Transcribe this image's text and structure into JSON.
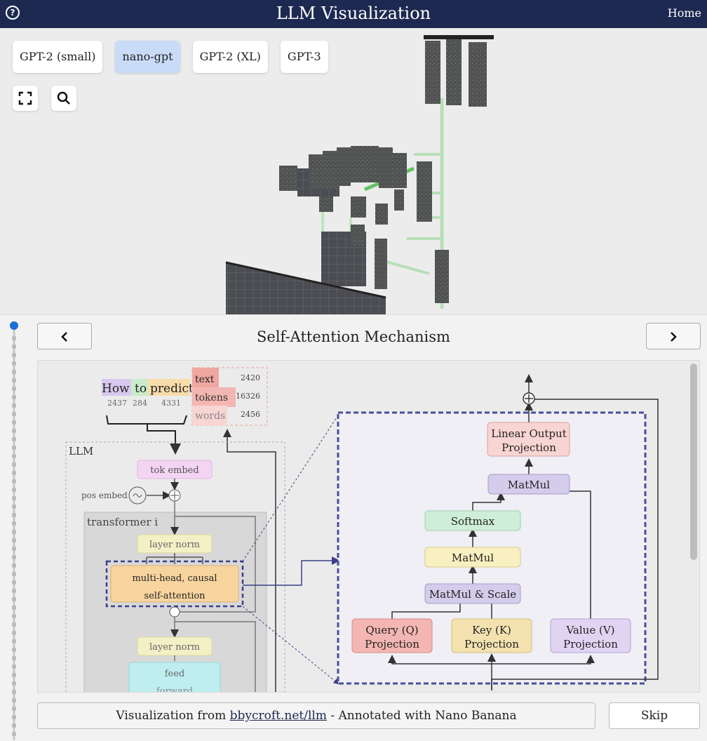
{
  "header": {
    "title": "LLM Visualization",
    "home_label": "Home",
    "help_glyph": "?"
  },
  "models": [
    {
      "label": "GPT-2 (small)",
      "active": false
    },
    {
      "label": "nano-gpt",
      "active": true
    },
    {
      "label": "GPT-2 (XL)",
      "active": false
    },
    {
      "label": "GPT-3",
      "active": false
    }
  ],
  "toolbar": {
    "fullscreen_icon": "fullscreen-icon",
    "search_icon": "search-icon"
  },
  "panel": {
    "title": "Self-Attention Mechanism",
    "prev_icon": "chevron-left-icon",
    "next_icon": "chevron-right-icon",
    "credit_prefix": "Visualization from ",
    "credit_link": "bbycroft.net/llm",
    "credit_suffix": " - Annotated with Nano Banana",
    "skip_label": "Skip"
  },
  "diagram": {
    "input_words": [
      {
        "text": "How",
        "id": "2437",
        "color": "#d8c8ef"
      },
      {
        "text": "to",
        "id": "284",
        "color": "#c9ebc9"
      },
      {
        "text": "predict",
        "id": "4331",
        "color": "#f8dcaa"
      }
    ],
    "output_tokens": [
      {
        "text": "text",
        "id": "2420"
      },
      {
        "text": "tokens",
        "id": "16326"
      },
      {
        "text": "words",
        "id": "2456"
      }
    ],
    "llm_label": "LLM",
    "tok_embed": "tok embed",
    "pos_embed": "pos embed",
    "transformer_label": "transformer i",
    "layer_norm_1": "layer norm",
    "mhsa_line1": "multi-head, causal",
    "mhsa_line2": "self-attention",
    "layer_norm_2": "layer norm",
    "ff_line1": "feed",
    "ff_line2": "forward",
    "attn": {
      "linear_out_1": "Linear Output",
      "linear_out_2": "Projection",
      "matmul_top": "MatMul",
      "softmax": "Softmax",
      "matmul_mid": "MatMul",
      "matmul_scale": "MatMul & Scale",
      "query_1": "Query (Q)",
      "query_2": "Projection",
      "key_1": "Key (K)",
      "key_2": "Projection",
      "value_1": "Value (V)",
      "value_2": "Projection"
    },
    "colors": {
      "linear_out": "#f8d4d2",
      "matmul": "#d4ccea",
      "softmax": "#cfeed8",
      "matmul_yellow": "#f8f0c0",
      "query": "#f3b6b2",
      "key": "#f3e2b0",
      "value": "#e0d4f2",
      "mhsa": "#f8d49e",
      "tok_embed": "#f3d4f3",
      "layer_norm": "#f3f0c6",
      "feed_forward": "#bfeef0"
    }
  }
}
